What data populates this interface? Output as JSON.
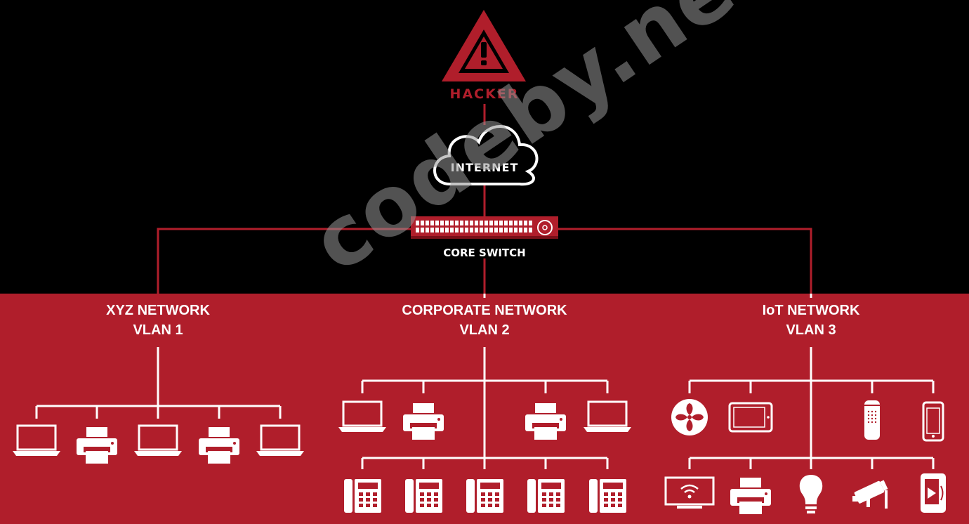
{
  "hacker": {
    "label": "HACKER"
  },
  "internet": {
    "label": "INTERNET"
  },
  "core_switch": {
    "label": "CORE SWITCH"
  },
  "networks": [
    {
      "name": "XYZ NETWORK",
      "vlan": "VLAN 1"
    },
    {
      "name": "CORPORATE NETWORK",
      "vlan": "VLAN 2"
    },
    {
      "name": "IoT NETWORK",
      "vlan": "VLAN 3"
    }
  ],
  "watermark": "codeby.net",
  "colors": {
    "accent": "#b01e2b",
    "background": "#000000",
    "foreground": "#ffffff"
  },
  "devices": {
    "xyz": [
      "laptop-icon",
      "printer-icon",
      "laptop-icon",
      "printer-icon",
      "laptop-icon"
    ],
    "corporate_top": [
      "laptop-icon",
      "printer-icon",
      "printer-icon",
      "laptop-icon"
    ],
    "corporate_bottom": [
      "ip-phone-icon",
      "ip-phone-icon",
      "ip-phone-icon",
      "ip-phone-icon",
      "ip-phone-icon"
    ],
    "iot_top": [
      "smart-fan-icon",
      "tablet-icon",
      "smart-speaker-icon",
      "smartphone-icon"
    ],
    "iot_bottom": [
      "smart-tv-icon",
      "printer-icon",
      "lightbulb-icon",
      "security-camera-icon",
      "smart-lock-icon"
    ]
  }
}
